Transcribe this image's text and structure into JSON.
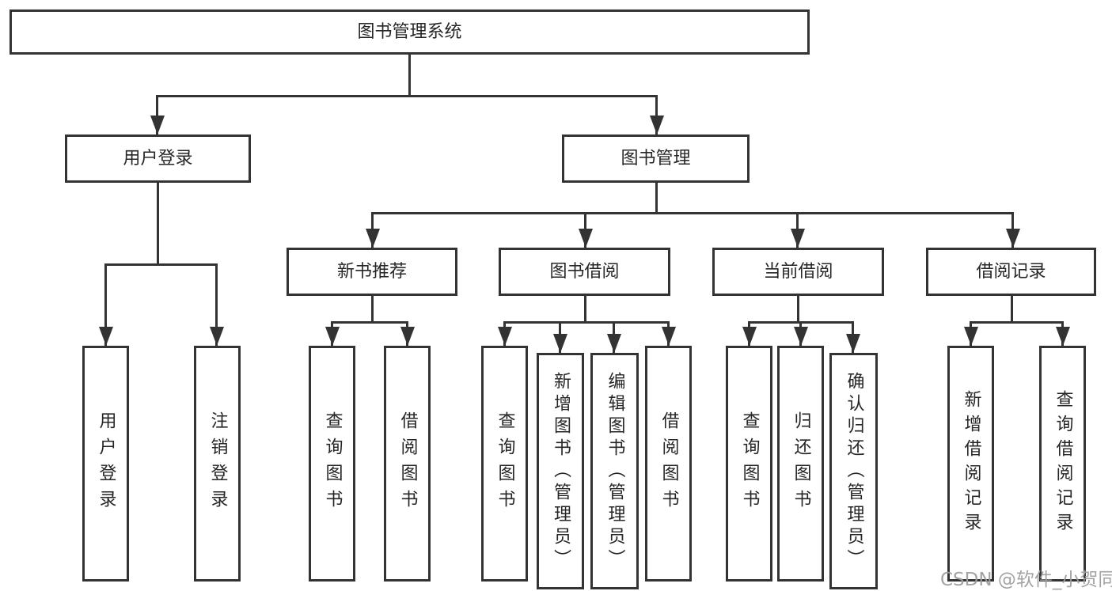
{
  "root": {
    "label": "图书管理系统"
  },
  "level2": [
    {
      "label": "用户登录"
    },
    {
      "label": "图书管理"
    }
  ],
  "level3": [
    {
      "label": "新书推荐"
    },
    {
      "label": "图书借阅"
    },
    {
      "label": "当前借阅"
    },
    {
      "label": "借阅记录"
    }
  ],
  "leaves": [
    {
      "label": "用户登录"
    },
    {
      "label": "注销登录"
    },
    {
      "label": "查询图书"
    },
    {
      "label": "借阅图书"
    },
    {
      "label": "查询图书"
    },
    {
      "label": "新增图书（管理员）"
    },
    {
      "label": "编辑图书（管理员）"
    },
    {
      "label": "借阅图书"
    },
    {
      "label": "查询图书"
    },
    {
      "label": "归还图书"
    },
    {
      "label": "确认归还（管理员）"
    },
    {
      "label": "新增借阅记录"
    },
    {
      "label": "查询借阅记录"
    }
  ],
  "watermark": "CSDN @软件_小贺同学",
  "colors": {
    "line": "#333333",
    "text": "#262626",
    "background": "#ffffff",
    "watermark": "#9e9e9e"
  }
}
